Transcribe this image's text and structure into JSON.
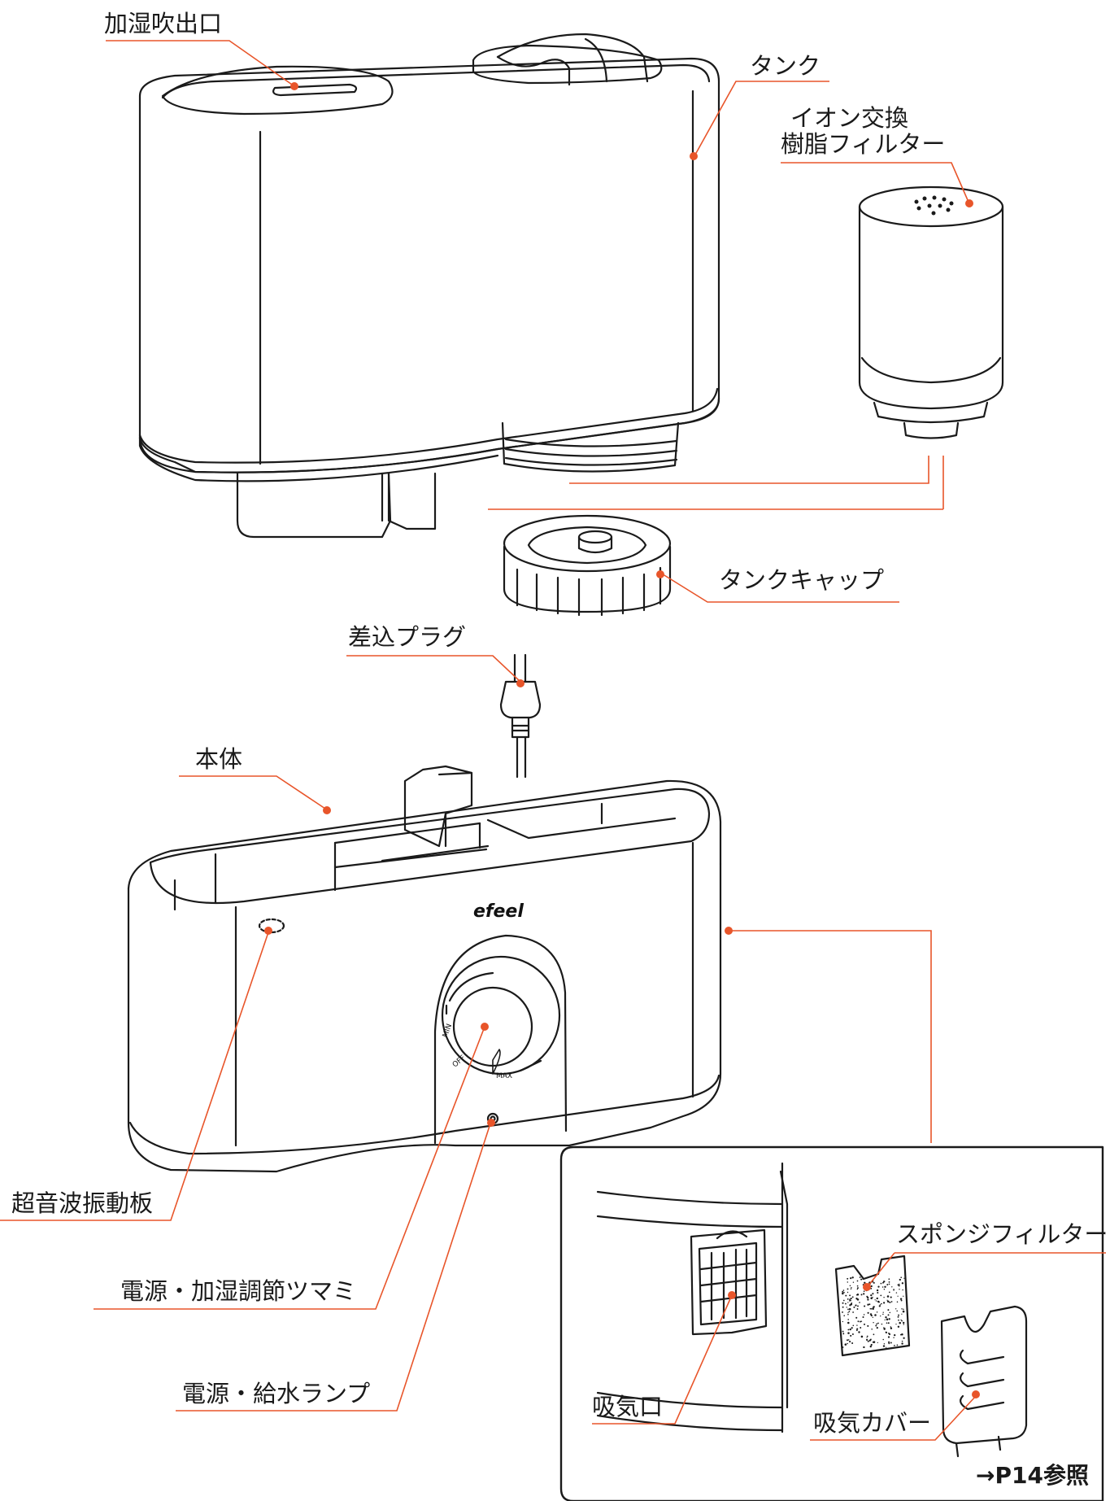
{
  "labels": {
    "humidifier_outlet": "加湿吹出口",
    "tank": "タンク",
    "ion_filter_line1": "イオン交換",
    "ion_filter_line2": "樹脂フィルター",
    "tank_cap": "タンクキャップ",
    "plug": "差込プラグ",
    "body": "本体",
    "ultrasonic_plate": "超音波振動板",
    "power_dial": "電源・加湿調節ツマミ",
    "power_lamp": "電源・給水ランプ",
    "sponge_filter": "スポンジフィルター",
    "air_intake": "吸気口",
    "intake_cover": "吸気カバー",
    "page_ref": "→P14参照"
  },
  "product": {
    "logo": "efeel",
    "dial_min": "MIN",
    "dial_max": "MAX",
    "dial_off": "OFF"
  },
  "colors": {
    "leader": "#e8552a",
    "outline": "#1a1a1a"
  }
}
